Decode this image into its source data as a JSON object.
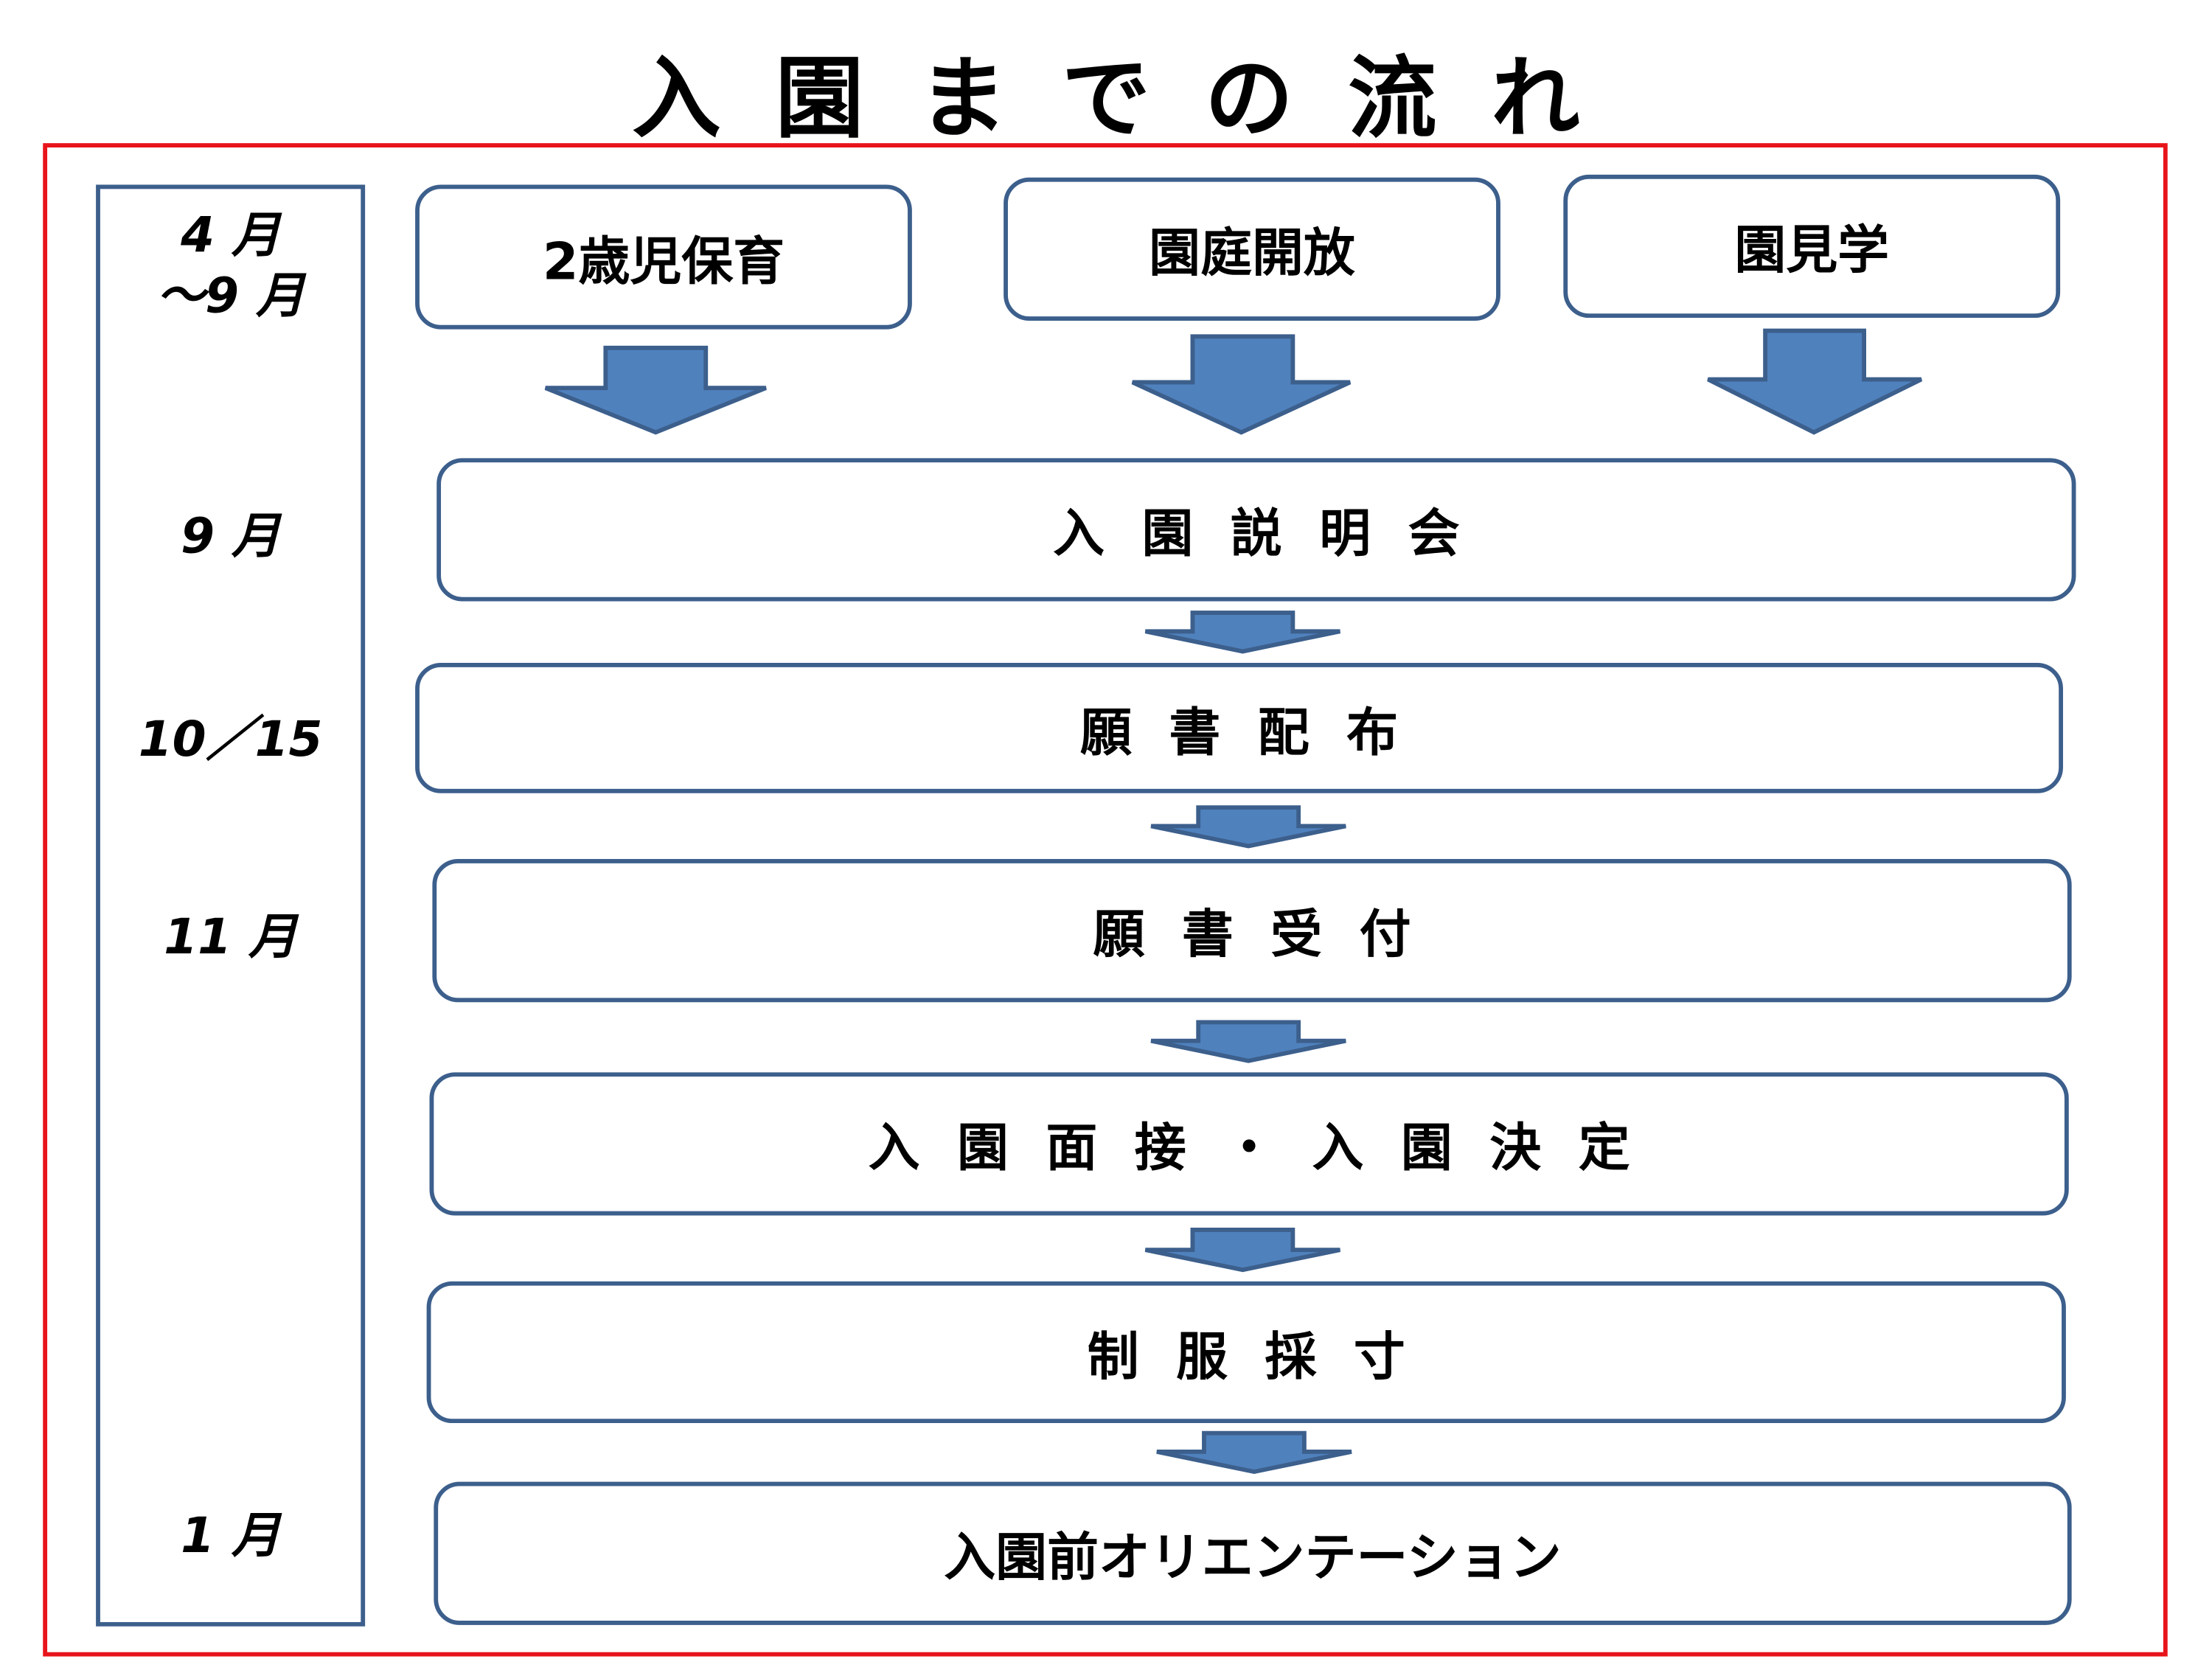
{
  "title": "入園までの流れ",
  "months": [
    "4 月\n～9 月",
    "9 月",
    "10／15",
    "11 月",
    "1 月"
  ],
  "top_boxes": [
    "2歳児保育",
    "園庭開放",
    "園見学"
  ],
  "steps": [
    "入園説明会",
    "願書配布",
    "願書受付",
    "入園面接・入園決定",
    "制服採寸",
    "入園前オリエンテーション"
  ],
  "colors": {
    "frame": "#e8141b",
    "stroke": "#3c5f8c",
    "arrow": "#4f81bd"
  }
}
